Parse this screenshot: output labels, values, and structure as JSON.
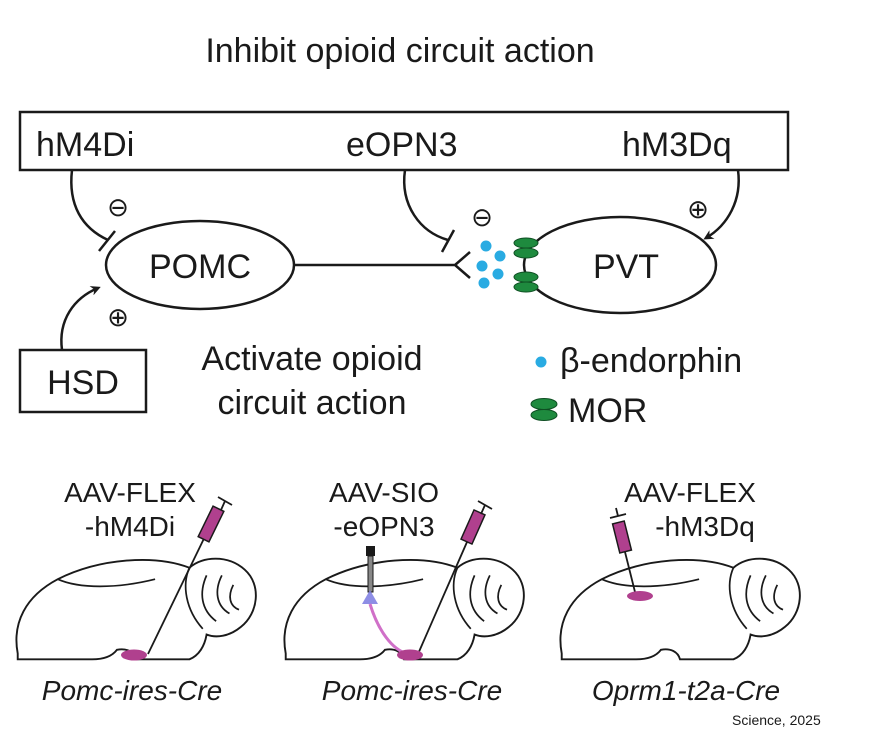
{
  "title": "Inhibit opioid circuit action",
  "top_box": {
    "left": "hM4Di",
    "middle": "eOPN3",
    "right": "hM3Dq"
  },
  "nodes": {
    "pomc": "POMC",
    "pvt": "PVT",
    "hsd": "HSD"
  },
  "signs": {
    "minus": "⊖",
    "plus": "⊕"
  },
  "activate_label": {
    "line1": "Activate opioid",
    "line2": "circuit action"
  },
  "legend": {
    "beta_endorphin": "β-endorphin",
    "mor": "MOR"
  },
  "colors": {
    "beta_endorphin": "#29abe2",
    "mor": "#1e8a3e",
    "virus": "#b0408e",
    "fiber": "#d070c8",
    "light": "#7a7ae0"
  },
  "panels": [
    {
      "line1": "AAV-FLEX",
      "line2": "-hM4Di",
      "mouse_line": "Pomc-ires-Cre"
    },
    {
      "line1": "AAV-SIO",
      "line2": "-eOPN3",
      "mouse_line": "Pomc-ires-Cre"
    },
    {
      "line1": "AAV-FLEX",
      "line2": "-hM3Dq",
      "mouse_line": "Oprm1-t2a-Cre"
    }
  ],
  "credit": "Science, 2025"
}
